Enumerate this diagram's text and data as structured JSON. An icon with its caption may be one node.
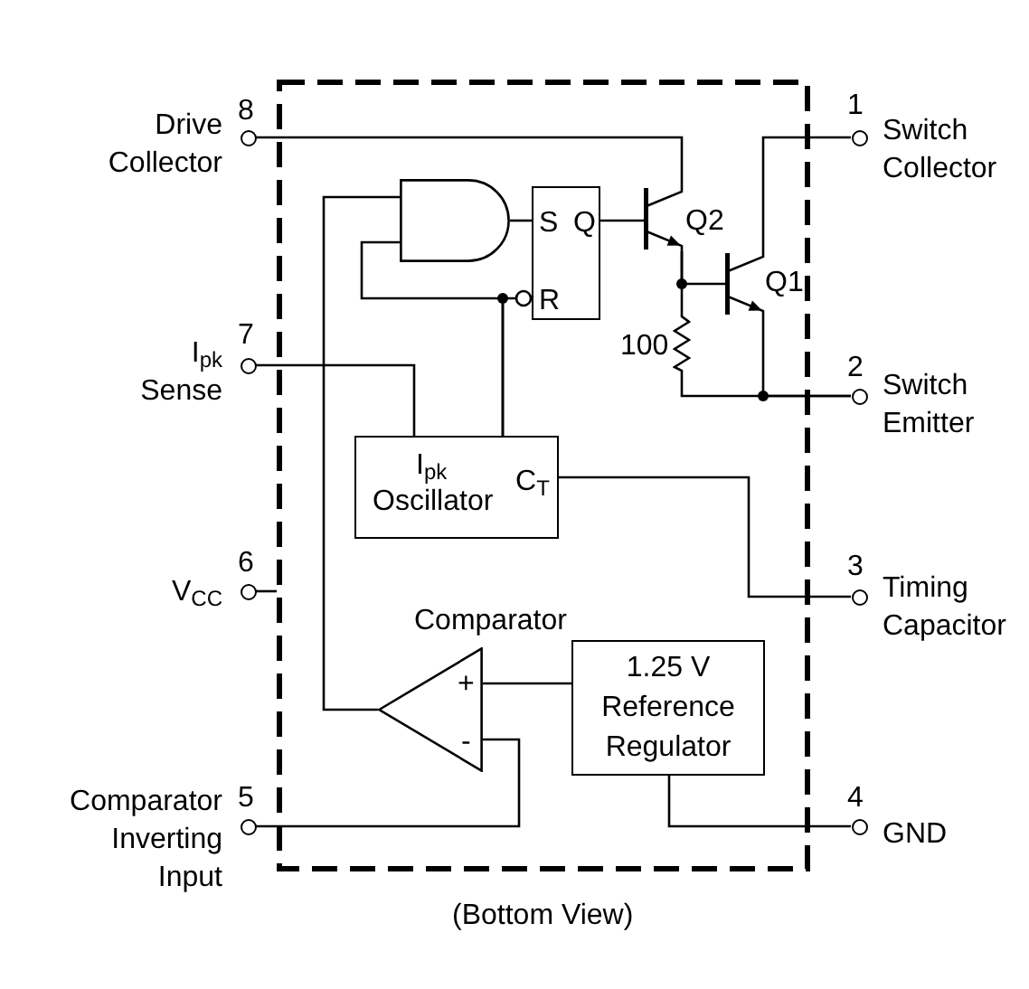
{
  "diagram": {
    "caption": "(Bottom View)",
    "nodes": [
      {
        "text": [],
        "shape": "box"
      },
      {
        "text": [],
        "shape": "gate",
        "in": 0
      },
      {
        "text": [
          "S",
          "Q",
          "R"
        ],
        "in": 0
      },
      {
        "text": [],
        "shape": "transistor",
        "in": 0,
        "beside": [
          "Q2"
        ]
      },
      {
        "text": [],
        "shape": "transistor",
        "in": 0,
        "beside": [
          "Q1"
        ]
      },
      {
        "text": [],
        "shape": "resistor",
        "in": 0,
        "beside": [
          "100"
        ]
      },
      {
        "text": [
          "I$_{pk}$",
          "Oscillator",
          "C$_{T}$"
        ],
        "in": 0
      },
      {
        "text": [
          "Comparator",
          "+",
          "-"
        ],
        "in": 0
      },
      {
        "text": [
          "1.25 V Reference Regulator"
        ],
        "in": 0
      },
      {
        "text": [],
        "shape": "circle",
        "beside": [
          "8",
          "Drive Collector"
        ]
      },
      {
        "text": [],
        "shape": "circle",
        "beside": [
          "7",
          "I$_{pk}$ Sense"
        ]
      },
      {
        "text": [],
        "shape": "circle",
        "beside": [
          "6",
          "V$_{CC}$"
        ]
      },
      {
        "text": [],
        "shape": "circle",
        "beside": [
          "5",
          "Comparator Inverting Input"
        ]
      },
      {
        "text": [],
        "shape": "circle",
        "beside": [
          "1",
          "Switch Collector"
        ]
      },
      {
        "text": [],
        "shape": "circle",
        "beside": [
          "2",
          "Switch Emitter"
        ]
      },
      {
        "text": [],
        "shape": "circle",
        "beside": [
          "3",
          "Timing Capacitor"
        ]
      },
      {
        "text": [],
        "shape": "circle",
        "beside": [
          "4",
          "GND"
        ]
      }
    ],
    "edges": [
      {
        "from": 9,
        "to": 3,
        "arrow": "none"
      },
      {
        "from": 1,
        "to": 2,
        "arrow": "none"
      },
      {
        "from": 2,
        "to": 3,
        "arrow": "none"
      },
      {
        "from": 3,
        "to": 4,
        "arrow": "none"
      },
      {
        "from": 3,
        "to": 5,
        "arrow": "none"
      },
      {
        "from": 4,
        "to": 13,
        "arrow": "none"
      },
      {
        "from": 4,
        "to": 14,
        "arrow": "none"
      },
      {
        "from": 5,
        "to": 14,
        "arrow": "none"
      },
      {
        "from": 10,
        "to": 6,
        "arrow": "none"
      },
      {
        "from": 6,
        "to": 2,
        "arrow": "other"
      },
      {
        "from": 6,
        "to": 1,
        "arrow": "none"
      },
      {
        "from": 6,
        "to": 15,
        "arrow": "none"
      },
      {
        "from": 7,
        "to": 1,
        "arrow": "none"
      },
      {
        "from": 8,
        "to": 7,
        "arrow": "none"
      },
      {
        "from": 12,
        "to": 7,
        "arrow": "none"
      },
      {
        "from": 8,
        "to": 16,
        "arrow": "none"
      },
      {
        "from": 11,
        "to": 0,
        "arrow": "none"
      }
    ]
  }
}
